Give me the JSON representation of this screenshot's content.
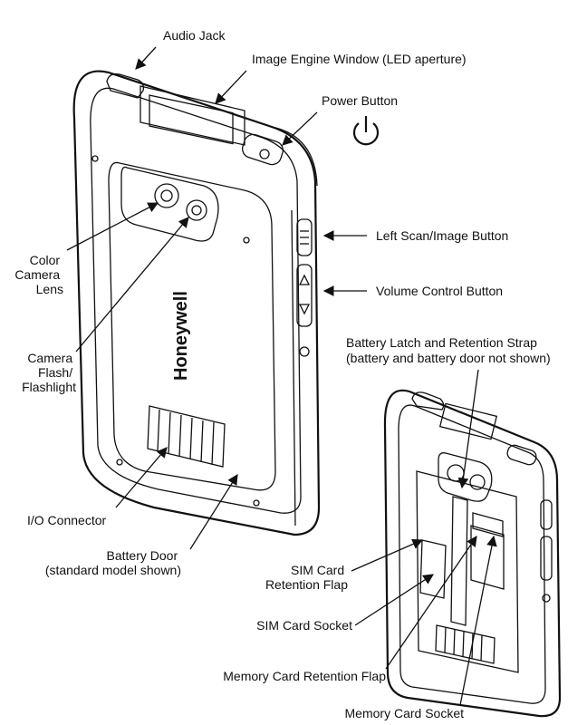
{
  "brand": "Honeywell",
  "labels": {
    "audio_jack": "Audio Jack",
    "image_engine_window": "Image Engine Window (LED aperture)",
    "power_button": "Power Button",
    "left_scan_button": "Left Scan/Image Button",
    "volume_control_button": "Volume Control Button",
    "color_camera_lens": [
      "Color",
      "Camera",
      "Lens"
    ],
    "camera_flash": [
      "Camera",
      "Flash/",
      "Flashlight"
    ],
    "battery_latch": [
      "Battery Latch and Retention Strap",
      "(battery and battery door not shown)"
    ],
    "io_connector": "I/O Connector",
    "battery_door": [
      "Battery Door",
      "(standard model shown)"
    ],
    "sim_retention_flap": [
      "SIM Card",
      "Retention Flap"
    ],
    "sim_card_socket": "SIM Card Socket",
    "memory_card_retention_flap": "Memory Card Retention Flap",
    "memory_card_socket": "Memory Card Socket"
  },
  "icons": {
    "power": "power-icon"
  }
}
